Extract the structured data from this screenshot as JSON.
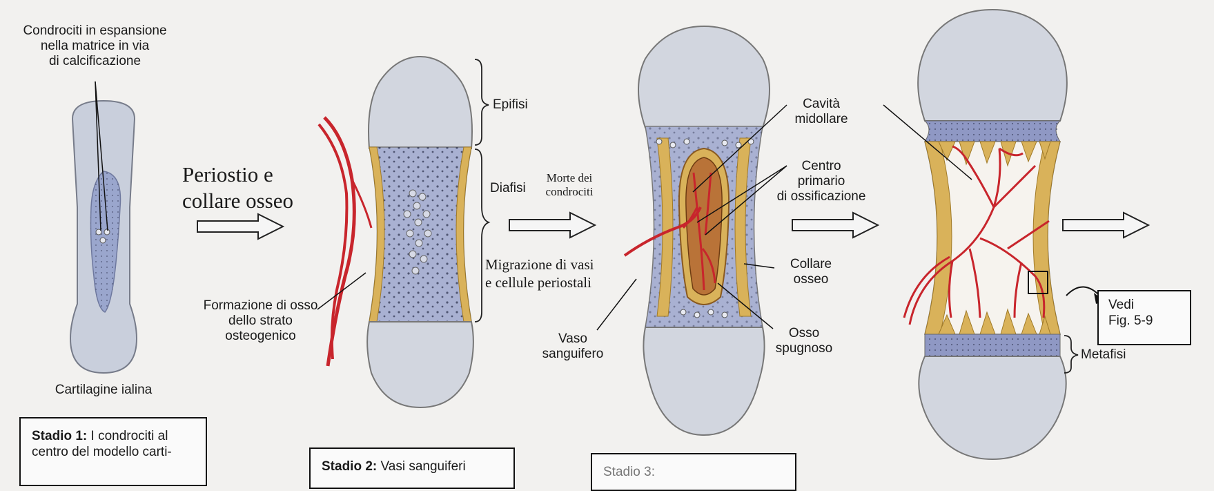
{
  "colors": {
    "background": "#f2f1ef",
    "cartilage": "#c9cfdc",
    "epiphysis": "#d2d6df",
    "diaphysis": "#a9b1d2",
    "bone_collar": "#d9b25a",
    "vessel": "#c8252c",
    "marrow": "#b97338"
  },
  "labels": {
    "chondrocytes": "Condrociti in espansione\nnella matrice in via\ndi calcificazione",
    "hyaline": "Cartilagine ialina",
    "periosteum": "Periostio e\ncollare osseo",
    "bone_formation": "Formazione di osso\ndello strato\nosteogenico",
    "epiphysis": "Epifisi",
    "diaphysis": "Diafisi",
    "chondrocyte_death": "Morte dei\ncondrociti",
    "migration": "Migrazione di vasi\ne cellule periostali",
    "blood_vessel": "Vaso\nsanguifero",
    "marrow_cavity": "Cavità\nmidollare",
    "primary_center": "Centro\nprimario\ndi ossificazione",
    "bone_collar": "Collare\nosseo",
    "spongy_bone": "Osso\nspugnoso",
    "see_fig": "Vedi\nFig. 5-9",
    "metaphysis": "Metafisi"
  },
  "stages": {
    "stage1_title": "Stadio 1:",
    "stage1_text": "I condrociti al\ncentro del modello carti-",
    "stage2_title": "Stadio 2:",
    "stage2_text": "Vasi sanguiferi",
    "stage3_text": "Stadio 3:"
  }
}
